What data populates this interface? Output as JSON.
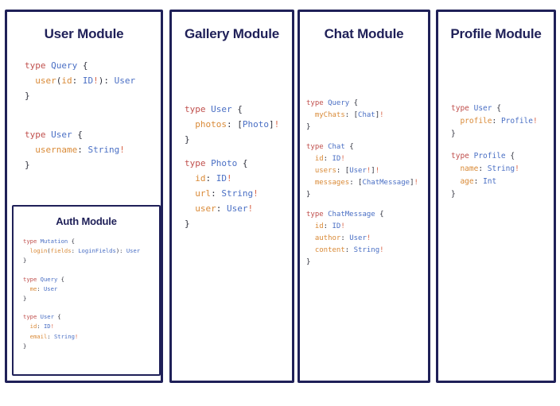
{
  "page": {
    "background": "#ffffff",
    "border_color": "#1f2058",
    "title_color": "#1f2058",
    "syntax_colors": {
      "keyword": "#c0504d",
      "type_name": "#4a6fc4",
      "field_name": "#d98a37",
      "punctuation": "#30323e",
      "bang": "#d9664a"
    }
  },
  "modules": {
    "user": {
      "title": "User Module",
      "blocks": [
        {
          "lines": [
            {
              "indent": 0,
              "tokens": [
                {
                  "t": "type ",
                  "c": "kw"
                },
                {
                  "t": "Query",
                  "c": "tname"
                },
                {
                  "t": " {",
                  "c": "punct"
                }
              ]
            },
            {
              "indent": 1,
              "tokens": [
                {
                  "t": "user",
                  "c": "field"
                },
                {
                  "t": "(",
                  "c": "punct"
                },
                {
                  "t": "id",
                  "c": "field"
                },
                {
                  "t": ": ",
                  "c": "punct"
                },
                {
                  "t": "ID",
                  "c": "tname"
                },
                {
                  "t": "!",
                  "c": "bang"
                },
                {
                  "t": "): ",
                  "c": "punct"
                },
                {
                  "t": "User",
                  "c": "tname"
                }
              ]
            },
            {
              "indent": 0,
              "tokens": [
                {
                  "t": "}",
                  "c": "punct"
                }
              ]
            }
          ]
        },
        {
          "lines": [
            {
              "indent": 0,
              "tokens": [
                {
                  "t": "type ",
                  "c": "kw"
                },
                {
                  "t": "User",
                  "c": "tname"
                },
                {
                  "t": " {",
                  "c": "punct"
                }
              ]
            },
            {
              "indent": 1,
              "tokens": [
                {
                  "t": "username",
                  "c": "field"
                },
                {
                  "t": ": ",
                  "c": "punct"
                },
                {
                  "t": "String",
                  "c": "tname"
                },
                {
                  "t": "!",
                  "c": "bang"
                }
              ]
            },
            {
              "indent": 0,
              "tokens": [
                {
                  "t": "}",
                  "c": "punct"
                }
              ]
            }
          ]
        }
      ]
    },
    "auth": {
      "title": "Auth Module",
      "blocks": [
        {
          "lines": [
            {
              "indent": 0,
              "tokens": [
                {
                  "t": "type ",
                  "c": "kw"
                },
                {
                  "t": "Mutation",
                  "c": "tname"
                },
                {
                  "t": " {",
                  "c": "punct"
                }
              ]
            },
            {
              "indent": 1,
              "tokens": [
                {
                  "t": "login",
                  "c": "field"
                },
                {
                  "t": "(",
                  "c": "punct"
                },
                {
                  "t": "fields",
                  "c": "field"
                },
                {
                  "t": ": ",
                  "c": "punct"
                },
                {
                  "t": "LoginFields",
                  "c": "tname"
                },
                {
                  "t": "): ",
                  "c": "punct"
                },
                {
                  "t": "User",
                  "c": "tname"
                }
              ]
            },
            {
              "indent": 0,
              "tokens": [
                {
                  "t": "}",
                  "c": "punct"
                }
              ]
            }
          ]
        },
        {
          "lines": [
            {
              "indent": 0,
              "tokens": [
                {
                  "t": "type ",
                  "c": "kw"
                },
                {
                  "t": "Query",
                  "c": "tname"
                },
                {
                  "t": " {",
                  "c": "punct"
                }
              ]
            },
            {
              "indent": 1,
              "tokens": [
                {
                  "t": "me",
                  "c": "field"
                },
                {
                  "t": ": ",
                  "c": "punct"
                },
                {
                  "t": "User",
                  "c": "tname"
                }
              ]
            },
            {
              "indent": 0,
              "tokens": [
                {
                  "t": "}",
                  "c": "punct"
                }
              ]
            }
          ]
        },
        {
          "lines": [
            {
              "indent": 0,
              "tokens": [
                {
                  "t": "type ",
                  "c": "kw"
                },
                {
                  "t": "User",
                  "c": "tname"
                },
                {
                  "t": " {",
                  "c": "punct"
                }
              ]
            },
            {
              "indent": 1,
              "tokens": [
                {
                  "t": "id",
                  "c": "field"
                },
                {
                  "t": ": ",
                  "c": "punct"
                },
                {
                  "t": "ID",
                  "c": "tname"
                },
                {
                  "t": "!",
                  "c": "bang"
                }
              ]
            },
            {
              "indent": 1,
              "tokens": [
                {
                  "t": "email",
                  "c": "field"
                },
                {
                  "t": ": ",
                  "c": "punct"
                },
                {
                  "t": "String",
                  "c": "tname"
                },
                {
                  "t": "!",
                  "c": "bang"
                }
              ]
            },
            {
              "indent": 0,
              "tokens": [
                {
                  "t": "}",
                  "c": "punct"
                }
              ]
            }
          ]
        }
      ]
    },
    "gallery": {
      "title": "Gallery Module",
      "blocks": [
        {
          "lines": [
            {
              "indent": 0,
              "tokens": [
                {
                  "t": "type ",
                  "c": "kw"
                },
                {
                  "t": "User",
                  "c": "tname"
                },
                {
                  "t": " {",
                  "c": "punct"
                }
              ]
            },
            {
              "indent": 1,
              "tokens": [
                {
                  "t": "photos",
                  "c": "field"
                },
                {
                  "t": ": [",
                  "c": "punct"
                },
                {
                  "t": "Photo",
                  "c": "tname"
                },
                {
                  "t": "]",
                  "c": "punct"
                },
                {
                  "t": "!",
                  "c": "bang"
                }
              ]
            },
            {
              "indent": 0,
              "tokens": [
                {
                  "t": "}",
                  "c": "punct"
                }
              ]
            }
          ]
        },
        {
          "lines": [
            {
              "indent": 0,
              "tokens": [
                {
                  "t": "type ",
                  "c": "kw"
                },
                {
                  "t": "Photo",
                  "c": "tname"
                },
                {
                  "t": " {",
                  "c": "punct"
                }
              ]
            },
            {
              "indent": 1,
              "tokens": [
                {
                  "t": "id",
                  "c": "field"
                },
                {
                  "t": ": ",
                  "c": "punct"
                },
                {
                  "t": "ID",
                  "c": "tname"
                },
                {
                  "t": "!",
                  "c": "bang"
                }
              ]
            },
            {
              "indent": 1,
              "tokens": [
                {
                  "t": "url",
                  "c": "field"
                },
                {
                  "t": ": ",
                  "c": "punct"
                },
                {
                  "t": "String",
                  "c": "tname"
                },
                {
                  "t": "!",
                  "c": "bang"
                }
              ]
            },
            {
              "indent": 1,
              "tokens": [
                {
                  "t": "user",
                  "c": "field"
                },
                {
                  "t": ": ",
                  "c": "punct"
                },
                {
                  "t": "User",
                  "c": "tname"
                },
                {
                  "t": "!",
                  "c": "bang"
                }
              ]
            },
            {
              "indent": 0,
              "tokens": [
                {
                  "t": "}",
                  "c": "punct"
                }
              ]
            }
          ]
        }
      ]
    },
    "chat": {
      "title": "Chat Module",
      "blocks": [
        {
          "lines": [
            {
              "indent": 0,
              "tokens": [
                {
                  "t": "type ",
                  "c": "kw"
                },
                {
                  "t": "Query",
                  "c": "tname"
                },
                {
                  "t": " {",
                  "c": "punct"
                }
              ]
            },
            {
              "indent": 1,
              "tokens": [
                {
                  "t": "myChats",
                  "c": "field"
                },
                {
                  "t": ": [",
                  "c": "punct"
                },
                {
                  "t": "Chat",
                  "c": "tname"
                },
                {
                  "t": "]",
                  "c": "punct"
                },
                {
                  "t": "!",
                  "c": "bang"
                }
              ]
            },
            {
              "indent": 0,
              "tokens": [
                {
                  "t": "}",
                  "c": "punct"
                }
              ]
            }
          ]
        },
        {
          "lines": [
            {
              "indent": 0,
              "tokens": [
                {
                  "t": "type ",
                  "c": "kw"
                },
                {
                  "t": "Chat",
                  "c": "tname"
                },
                {
                  "t": " {",
                  "c": "punct"
                }
              ]
            },
            {
              "indent": 1,
              "tokens": [
                {
                  "t": "id",
                  "c": "field"
                },
                {
                  "t": ": ",
                  "c": "punct"
                },
                {
                  "t": "ID",
                  "c": "tname"
                },
                {
                  "t": "!",
                  "c": "bang"
                }
              ]
            },
            {
              "indent": 1,
              "tokens": [
                {
                  "t": "users",
                  "c": "field"
                },
                {
                  "t": ": [",
                  "c": "punct"
                },
                {
                  "t": "User",
                  "c": "tname"
                },
                {
                  "t": "!",
                  "c": "bang"
                },
                {
                  "t": "]",
                  "c": "punct"
                },
                {
                  "t": "!",
                  "c": "bang"
                }
              ]
            },
            {
              "indent": 1,
              "tokens": [
                {
                  "t": "messages",
                  "c": "field"
                },
                {
                  "t": ": [",
                  "c": "punct"
                },
                {
                  "t": "ChatMessage",
                  "c": "tname"
                },
                {
                  "t": "]",
                  "c": "punct"
                },
                {
                  "t": "!",
                  "c": "bang"
                }
              ]
            },
            {
              "indent": 0,
              "tokens": [
                {
                  "t": "}",
                  "c": "punct"
                }
              ]
            }
          ]
        },
        {
          "lines": [
            {
              "indent": 0,
              "tokens": [
                {
                  "t": "type ",
                  "c": "kw"
                },
                {
                  "t": "ChatMessage",
                  "c": "tname"
                },
                {
                  "t": " {",
                  "c": "punct"
                }
              ]
            },
            {
              "indent": 1,
              "tokens": [
                {
                  "t": "id",
                  "c": "field"
                },
                {
                  "t": ": ",
                  "c": "punct"
                },
                {
                  "t": "ID",
                  "c": "tname"
                },
                {
                  "t": "!",
                  "c": "bang"
                }
              ]
            },
            {
              "indent": 1,
              "tokens": [
                {
                  "t": "author",
                  "c": "field"
                },
                {
                  "t": ": ",
                  "c": "punct"
                },
                {
                  "t": "User",
                  "c": "tname"
                },
                {
                  "t": "!",
                  "c": "bang"
                }
              ]
            },
            {
              "indent": 1,
              "tokens": [
                {
                  "t": "content",
                  "c": "field"
                },
                {
                  "t": ": ",
                  "c": "punct"
                },
                {
                  "t": "String",
                  "c": "tname"
                },
                {
                  "t": "!",
                  "c": "bang"
                }
              ]
            },
            {
              "indent": 0,
              "tokens": [
                {
                  "t": "}",
                  "c": "punct"
                }
              ]
            }
          ]
        }
      ]
    },
    "profile": {
      "title": "Profile Module",
      "blocks": [
        {
          "lines": [
            {
              "indent": 0,
              "tokens": [
                {
                  "t": "type ",
                  "c": "kw"
                },
                {
                  "t": "User",
                  "c": "tname"
                },
                {
                  "t": " {",
                  "c": "punct"
                }
              ]
            },
            {
              "indent": 1,
              "tokens": [
                {
                  "t": "profile",
                  "c": "field"
                },
                {
                  "t": ": ",
                  "c": "punct"
                },
                {
                  "t": "Profile",
                  "c": "tname"
                },
                {
                  "t": "!",
                  "c": "bang"
                }
              ]
            },
            {
              "indent": 0,
              "tokens": [
                {
                  "t": "}",
                  "c": "punct"
                }
              ]
            }
          ]
        },
        {
          "lines": [
            {
              "indent": 0,
              "tokens": [
                {
                  "t": "type ",
                  "c": "kw"
                },
                {
                  "t": "Profile",
                  "c": "tname"
                },
                {
                  "t": " {",
                  "c": "punct"
                }
              ]
            },
            {
              "indent": 1,
              "tokens": [
                {
                  "t": "name",
                  "c": "field"
                },
                {
                  "t": ": ",
                  "c": "punct"
                },
                {
                  "t": "String",
                  "c": "tname"
                },
                {
                  "t": "!",
                  "c": "bang"
                }
              ]
            },
            {
              "indent": 1,
              "tokens": [
                {
                  "t": "age",
                  "c": "field"
                },
                {
                  "t": ": ",
                  "c": "punct"
                },
                {
                  "t": "Int",
                  "c": "tname"
                }
              ]
            },
            {
              "indent": 0,
              "tokens": [
                {
                  "t": "}",
                  "c": "punct"
                }
              ]
            }
          ]
        }
      ]
    }
  }
}
